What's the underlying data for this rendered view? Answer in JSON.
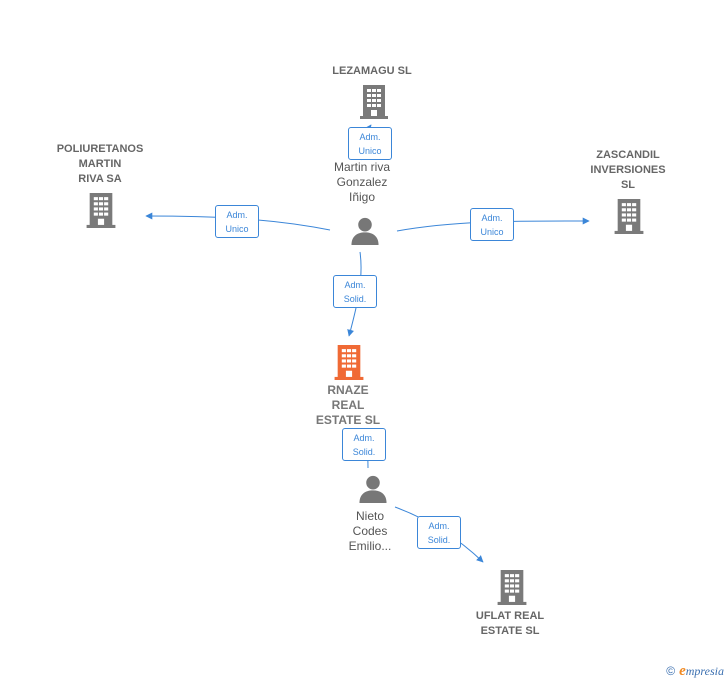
{
  "colors": {
    "company": "#7a7a7a",
    "focus_company": "#f06a35",
    "person": "#777777",
    "edge": "#3b86d8",
    "label": "#666666"
  },
  "nodes": {
    "lezamagu": {
      "label": "LEZAMAGU  SL",
      "icon": "building-icon"
    },
    "poliuretanos": {
      "label_lines": [
        "POLIURETANOS",
        "MARTIN",
        "RIVA SA"
      ],
      "icon": "building-icon"
    },
    "zascandil": {
      "label_lines": [
        "ZASCANDIL",
        "INVERSIONES",
        "SL"
      ],
      "icon": "building-icon"
    },
    "rnaze": {
      "label_lines": [
        "RNAZE",
        "REAL",
        "ESTATE  SL"
      ],
      "icon": "building-icon"
    },
    "uflat": {
      "label_lines": [
        "UFLAT REAL",
        "ESTATE  SL"
      ],
      "icon": "building-icon"
    },
    "martin_riva": {
      "label_lines": [
        "Martin  riva",
        "Gonzalez",
        "Iñigo"
      ],
      "icon": "person-icon"
    },
    "nieto_codes": {
      "label_lines": [
        "Nieto",
        "Codes",
        "Emilio..."
      ],
      "icon": "person-icon"
    }
  },
  "edges": [
    {
      "from": "martin_riva",
      "to": "lezamagu",
      "role_lines": [
        "Adm.",
        "Unico"
      ]
    },
    {
      "from": "martin_riva",
      "to": "poliuretanos",
      "role_lines": [
        "Adm.",
        "Unico"
      ]
    },
    {
      "from": "martin_riva",
      "to": "zascandil",
      "role_lines": [
        "Adm.",
        "Unico"
      ]
    },
    {
      "from": "martin_riva",
      "to": "rnaze",
      "role_lines": [
        "Adm.",
        "Solid."
      ]
    },
    {
      "from": "nieto_codes",
      "to": "rnaze",
      "role_lines": [
        "Adm.",
        "Solid."
      ]
    },
    {
      "from": "nieto_codes",
      "to": "uflat",
      "role_lines": [
        "Adm.",
        "Solid."
      ]
    }
  ],
  "footer": {
    "copyright": "©",
    "brand_initial": "e",
    "brand_rest": "mpresia"
  }
}
